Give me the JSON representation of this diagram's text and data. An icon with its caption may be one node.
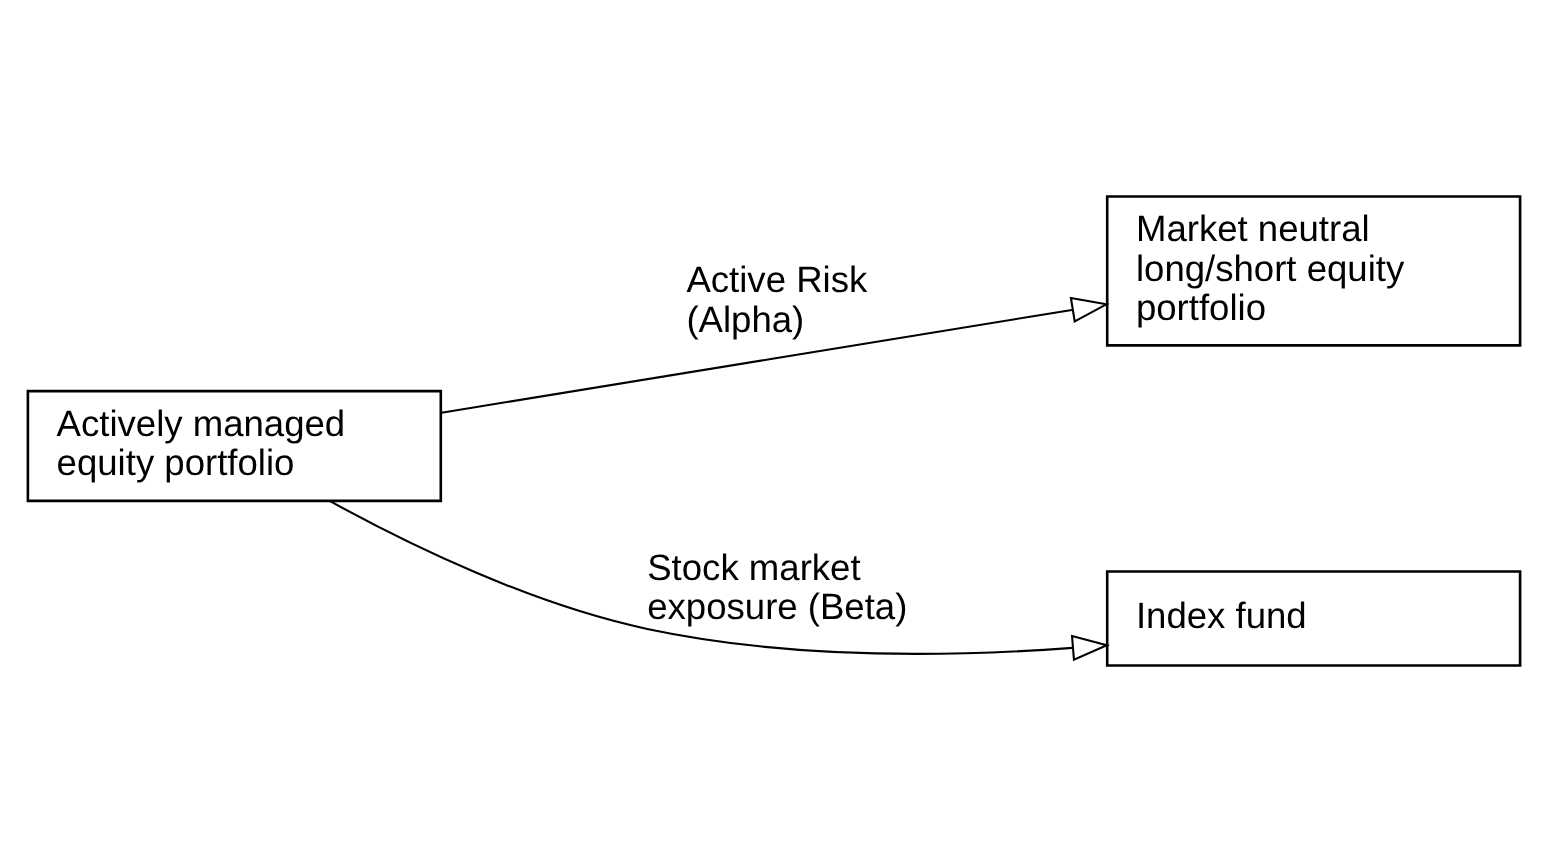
{
  "diagram": {
    "nodes": [
      {
        "text": [
          "Actively managed equity portfolio"
        ]
      },
      {
        "text": [
          "Market neutral long/short equity portfolio"
        ]
      },
      {
        "text": [
          "Index fund"
        ]
      }
    ],
    "edges": [
      {
        "from": 0,
        "to": 1,
        "arrow": "to",
        "label": "Active Risk (Alpha)"
      },
      {
        "from": 0,
        "to": 2,
        "arrow": "to",
        "label": "Stock market exposure (Beta)"
      }
    ]
  }
}
